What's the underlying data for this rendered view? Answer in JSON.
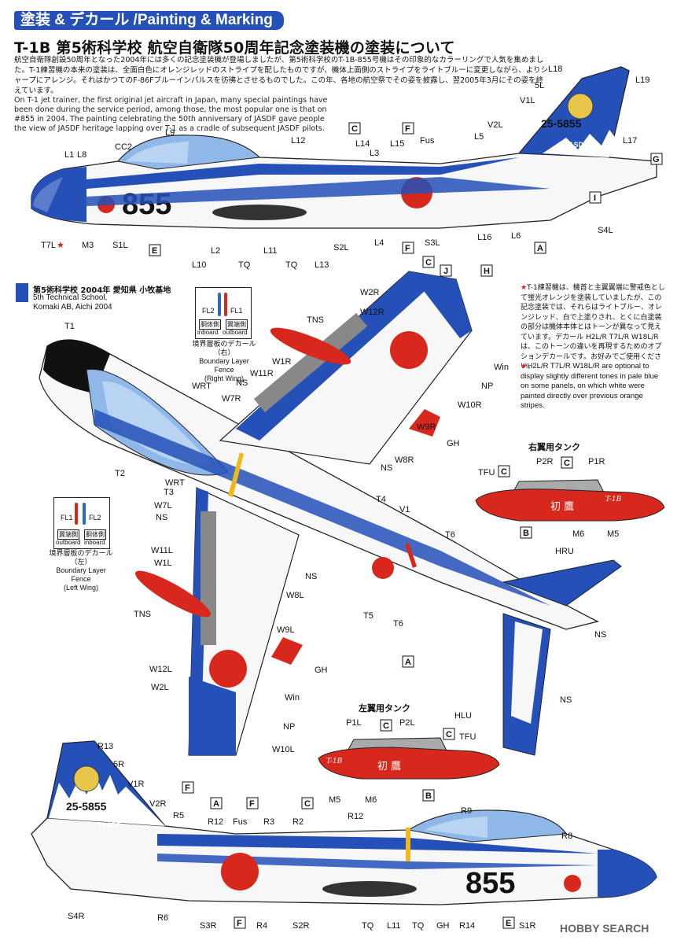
{
  "header": {
    "title": "塗装 & デカール /Painting & Marking"
  },
  "section": {
    "title": "T-1B 第5術科学校 航空自衛隊50周年記念塗装機の塗装について",
    "jp_text": "航空自衛隊創設50周年となった2004年には多くの記念塗装機が登場しましたが、第5術科学校のT-1B-855号機はその印象的なカラーリングで人気を集めました。T-1練習機の本来の塗装は、全面白色にオレンジレッドのストライプを配したものですが、機体上面側のストライプをライトブルーに変更しながら、よりシャープにアレンジ。それはかつてのF-86Fブルーインパルスを彷彿とさせるものでした。この年、各地の航空祭でその姿を披露し、翌2005年3月にその姿を終えています。",
    "en_text": "On T-1 jet trainer, the first original jet aircraft in Japan, many special paintings have been done during the service period, among those, the most popular one is that on #855 in 2004. The painting celebrating the 50th anniversary of JASDF gave people the view of JASDF heritage lapping over T-1 as a cradle of subsequent JASDF pilots."
  },
  "location": {
    "jp": "第5術科学校 2004年 愛知県 小牧基地",
    "en_line1": "5th Technical School,",
    "en_line2": "Komaki AB, Aichi 2004"
  },
  "notes": {
    "jp": "T-1練習機は、機首と主翼翼端に警戒色として蛍光オレンジを塗装していましたが、この記念塗装では、それらはライトブルー、オレンジレッド、白で上塗りされ、とくに白塗装の部分は機体本体とはトーンが異なって見えています。デカール H2L/R T7L/R W18L/R は、このトーンの違いを再現するためのオプションデカールです。お好みでご使用ください。",
    "en": "H2L/R T7L/R W18L/R are optional to display slightly different tones in pale blue on some panels, on which white were painted directly over previous orange stripes."
  },
  "fence_right": {
    "fl2": "FL2",
    "fl1": "FL1",
    "inboard_jp": "胴体側",
    "outboard_jp": "翼端側",
    "inboard": "inboard",
    "outboard": "outboard",
    "caption_jp": "境界層板のデカール（右）",
    "caption_en1": "Boundary Layer Fence",
    "caption_en2": "(Right Wing)"
  },
  "fence_left": {
    "fl1": "FL1",
    "fl2": "FL2",
    "outboard_jp": "翼端側",
    "inboard_jp": "胴体側",
    "outboard": "outboard",
    "inboard": "inboard",
    "caption_jp": "境界層板のデカール（左）",
    "caption_en1": "Boundary Layer Fence",
    "caption_en2": "(Left Wing)"
  },
  "tanks": {
    "right_title": "右翼用タンク",
    "left_title": "左翼用タンク",
    "tank_text": "初 鷹",
    "tank_text2": "T-1B"
  },
  "aircraft": {
    "number": "855",
    "tail_serial": "25-5855",
    "jasdf": "JASDF"
  },
  "footer": {
    "logo": "HOBBY SEARCH"
  },
  "colors": {
    "accent_blue": "#2550b8",
    "hinomaru_red": "#d8281e",
    "light_blue": "#3a6fd4"
  }
}
